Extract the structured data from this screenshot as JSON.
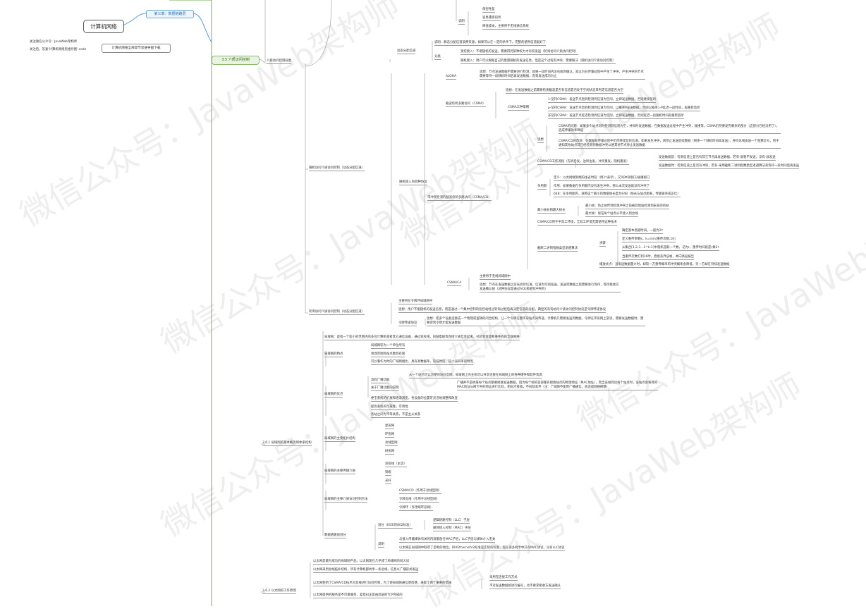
{
  "root": {
    "label": "计算机网络"
  },
  "top_chapter": "第三章：数据链路层",
  "side_note": {
    "lines": [
      "关注微信公众号：JavaWeb架构师",
      "关注后，答复'计算机网络思维导图' code"
    ],
    "box": "计算机网络全部章节思维导图下载"
  },
  "section": "3.5 介质访问控制",
  "watermark": "微信公众号：JavaWeb架构师",
  "nodes": {
    "a1": "保密性差",
    "a2": "容易遭受窃听",
    "a3": "说明",
    "a4": "降低成本，主要用于无线通信系统",
    "b1": "介质访问控制分类",
    "b2": "动态分配信道",
    "b3": "说明：静态分配信道浪费资源，如果可以在一定的条件下，完整的使用信道就好了",
    "b4": "分类",
    "b5": "受控接入：不堵随机的发送，需要得到某种权力才有权发送（轮询访问介质访问控制）",
    "b6": "随机接入：用户可以根据自己的意愿随机的发送信息，但是这个过程有冲突，需要解决（随机访问介质访问控制）",
    "c1": "ALOHA",
    "c2": "思想：节点发送数据不需要进行检测，如果一段时间内没有收到确认，就认为在传输过程中产生了冲突，产生冲突的节点需要等待一段随机时间后再发送数据，直到发送成功为止",
    "c3": "载波侦听多路访问（CSMA）",
    "c4": "思想：在发送数据之前需要检测截波是否有信道是否处于空闲状态来判定信道是否为空",
    "c5": "CSMA三种策略",
    "c6": "1-坚持CSMA：发送节点直到检测到信道为空闲，立即发送数据，否则继续监听",
    "c7": "p-坚持CSMA：发送节点直到检测到信道为空闲，以概率P发送数据，否则以概率1-P延迟一段时间，再重新监听",
    "c8": "非坚持CSMA：发送节点延迟检测到信道为空闲，立即发送数据，否则延迟一段随机时间再重新监听",
    "c9": "随机访问介质访问控制（动态分配信道）",
    "c10": "随机接入的四种协议",
    "d1": "CSMA的问题：如果多个站点同时检测到信道为空，并同时发送数据，在数据发送过程中产生冲突，碰撞等，CSMA仍然要发完剩余的部分（这部分已经没用了），造成传输效率降低",
    "d2": "CSMA/CD的改进：在数据帧传输过程中仍然继续监听信道，如果发生冲突，则停止发送后续数据（剩余一个随机时间再发送），并向总线发送一个阻塞信号，用于通知其他站点其已经检测到数据冲突以便其他节点停止发送数据",
    "d3": "思想",
    "d4": "CSMA/CD工作流程（先听后发，边听边发，冲突重发，随机重发）",
    "d5": "发送数据前：检测信道上是否有其它节点再发送数据，若有-就暂不发送，没有-就发送",
    "d6": "发送数据时：检测信道上是否有冲突，若有-采用截断二进制指数类型退避算法来等待一段时间后再发送",
    "d7": "争用期",
    "d8": "定义：以太网端到端的往返时延（用2τ表示），又叫冲突窗口/碰撞窗口",
    "d9": "作用：如果数据在争用期内没有发生冲突，那么本次发送就没有冲突了",
    "d10": "64B：在争用期内，就把这个最小的数据帧长度为64B（帧长与站点距离，传输速率成正比）",
    "d11": "带冲突检测的截波侦听多路访问（CSMA/CD）",
    "d12": "最小帧长和最大帧长",
    "d13": "最小帧：防止帧传到检测冲突之前被其他站检测到未发完的帧",
    "d14": "最大帧：保证每个站点公平接入到总线",
    "d15": "CSMA/CD用于半双工环境，全双工环境无需使用这种技术",
    "d16": "确定基本退避时间，一般为2τ",
    "d17": "定义重传参数k，k=min[重传次数,10]",
    "d18": "步骤",
    "d19": "从集合[1,2,3…2^k-1]中随机选取一个数，记为r，重传时间就是r乘2τ",
    "d20": "当重传次数打到16时，直接丢弃该帧，并向高层报告",
    "d21": "截断二进制指数类型退避算法",
    "d22": "播放优点：当发送数据量大时，却较一方重传概率的冲突概率会降低，另一方却在持续发送数据",
    "e1": "CSMA/CA",
    "e2": "主要用于无线局域网中",
    "e3": "思想：节点在发送数据之前先侦听信道，信道为空闲发送，发送完数据之后需要进行等待，等待接收方发送确认帧（总种协议是通过ACK来避免冲突的）",
    "f1": "轮询访问介质访问控制（动态分配信道）",
    "f2": "主要用在令牌环局域网中",
    "f3": "思想：用户不能随机的发送信息，而是通过一个集中控制的监控站经过轮询过程后再决定信道的分配，典型的有询访问介质访问控制协议是令牌传递协议",
    "f4": "令牌传递协议",
    "f5": "思想：把多个设备连接成一个物理或逻辑的闭合结构，让一个令牌在整环形站点间传递，计算机只需要发送到数据，令牌在环形网上游流，需要发送数据时，需要得到令牌才能发送数据",
    "g1": "局域网：是指一个较小的范围内的多台计算机或者其它通信设备，通过双绞线，同轴电缆等连接介质互连起来，已达到资源和事件的的互联网络",
    "g2": "局域网的特点",
    "g3": "局域网较为一个单位所有",
    "g4": "地理范围和站点数目有限",
    "g5": "可以看作为时的广域网相比，具有高数据率，较低时延，较小误码率的特点",
    "g6": "局域网的优点",
    "g7": "具有广播功能",
    "g8": "从一个站点可以方便的访问全网，局域网上的主机可以共享连接在局域网上的各种硬件和软件资源",
    "g9": "关于广播功能的说明",
    "g10": "广播并不是依靠每个站点都要接收发送数据，因为每个帧的首部都有接收站点的物理地址（MAC地址），而当该帧到达每个站点时，该站点会将目的MAC地址与网卡中的地址进行比较，相同才接收，不同就丢弃（注：广域网不能用广播通信，会造成网络拥塞）",
    "g11": "便于系统的扩展和逐渐演变，各设备的位置可灵活地调整和改变",
    "g12": "提高系统的可靠性，可用性",
    "g13": "各站之间为平等关系，不是主从关系",
    "h1": "局域网的主要拓扑结构",
    "h2": "星形网",
    "h3": "环形网",
    "h4": "总线型网",
    "h5": "树形网",
    "h6": "局域网的主要传输介质",
    "h7": "双绞线（主流）",
    "h8": "铜缆",
    "h9": "光纤",
    "h10": "局域网的主要介质访问控制方法",
    "h11": "CSMA/CD（作用于总线型网）",
    "h12": "令牌总线（作用于总线型网）",
    "h13": "令牌环（作用域环形网）",
    "i1": "3.6.1 局域网的基本概念和体系结构",
    "i2": "数据链路层划分",
    "i3": "划分（IEEE的802标准）",
    "i4": "逻辑链路控制（LLC）子层",
    "i5": "媒体接入控制（MAC）子层",
    "i6": "说明",
    "i7": "与接入传输媒体有关的内容都放在MAC子层，LLC子层与媒体介入无关",
    "i8": "以太网在局域网中取得了垄断的地位，DIXEthernetV2标准是实际的标准，现在很多网卡中只有MAC协议，没有LLC协议",
    "j1": "以太网是最为成功的局域网产品，以太网现在几乎成了局域网的同义词",
    "j2": "以太网采用总线拓扑结构，所有计算机都共享一条总线，信息以广播形式发送",
    "j3": "以太网使用了CSMA/CD技术对总线进行访问控制，为了使局域网通信更简便，采取了两个重要的措施",
    "j4": "采用无连接工作方式",
    "j5": "不对发送数据帧进行编号，也不要求接收方发送确认",
    "j6": "3.6.2 以太网的工作原理",
    "j7": "以太网提供的服务是不可靠服务，差错纠正是由高层的TCP完成的"
  }
}
